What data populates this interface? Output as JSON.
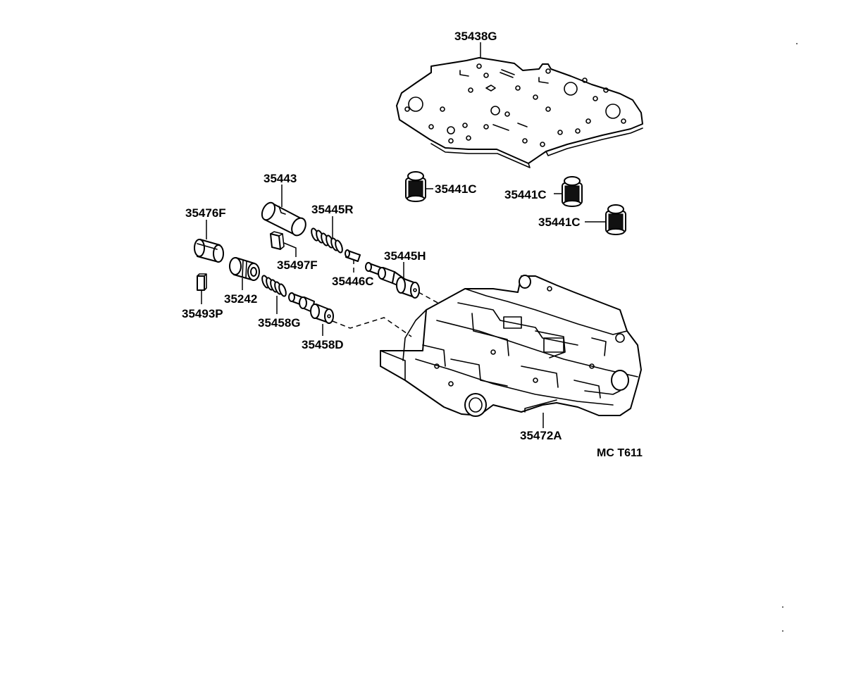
{
  "labels": {
    "separator_plate": "35438G",
    "check_ball_1": "35441C",
    "check_ball_2": "35441C",
    "check_ball_3": "35441C",
    "valve_sleeve": "35443",
    "spring_r": "35445R",
    "plug_f": "35476F",
    "retainer_f": "35497F",
    "pin_c": "35446C",
    "valve_h": "35445H",
    "plug_242": "35242",
    "spring_g": "35458G",
    "valve_d": "35458D",
    "retainer_p": "35493P",
    "valve_body": "35472A",
    "figure_code": "MC  T611"
  },
  "colors": {
    "line": "#000000",
    "background": "#ffffff"
  }
}
